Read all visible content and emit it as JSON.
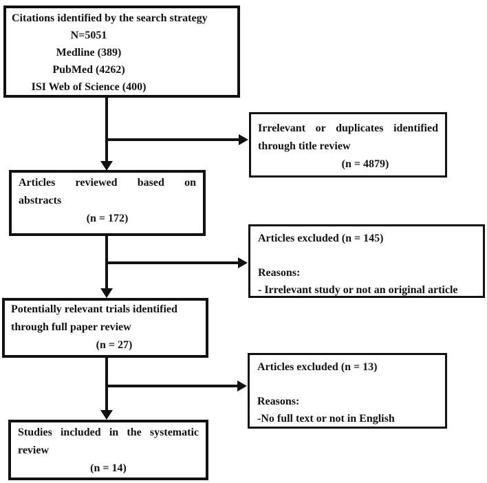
{
  "colors": {
    "ink": "#111111",
    "background": "#ffffff"
  },
  "boxes": {
    "citations": {
      "title": "Citations identified by the search strategy",
      "lines": [
        "N=5051",
        "Medline (389)",
        "PubMed (4262)",
        "ISI Web of Science (400)"
      ]
    },
    "title_review": {
      "line1": "Irrelevant or duplicates identified",
      "line2": "through title review",
      "count": "(n = 4879)"
    },
    "abstracts": {
      "line1": "Articles reviewed based on",
      "line2": "abstracts",
      "count": "(n = 172)"
    },
    "excluded_abstracts": {
      "title": "Articles excluded (n = 145)",
      "reasons_label": "Reasons:",
      "reason": "- Irrelevant study or not an original article"
    },
    "full_paper": {
      "line1": "Potentially relevant trials identified",
      "line2": "through full paper review",
      "count": "(n = 27)"
    },
    "excluded_full_paper": {
      "title": "Articles excluded (n = 13)",
      "reasons_label": "Reasons:",
      "reason": "-No full text or not in English"
    },
    "included": {
      "line1": "Studies included in the systematic",
      "line2": "review",
      "count": "(n = 14)"
    }
  }
}
